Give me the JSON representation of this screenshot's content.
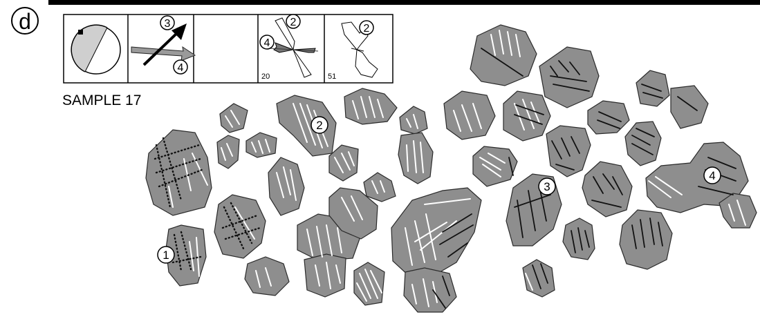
{
  "panel_label": "d",
  "sample_label": "SAMPLE 17",
  "inset": {
    "arrow_label_black": "3",
    "arrow_label_gray": "4",
    "rose_left_label_top": "2",
    "rose_left_label_side": "4",
    "rose_left_count": "20",
    "rose_right_label": "2",
    "rose_right_count": "51"
  },
  "grain_markers": [
    "1",
    "2",
    "3",
    "4"
  ],
  "colors": {
    "grain_fill": "#8e8e8e",
    "grain_stroke": "#2a2a2a",
    "white_fracture": "#ffffff",
    "black_fracture": "#111111",
    "stereonet_fill": "#cfcfcf"
  }
}
